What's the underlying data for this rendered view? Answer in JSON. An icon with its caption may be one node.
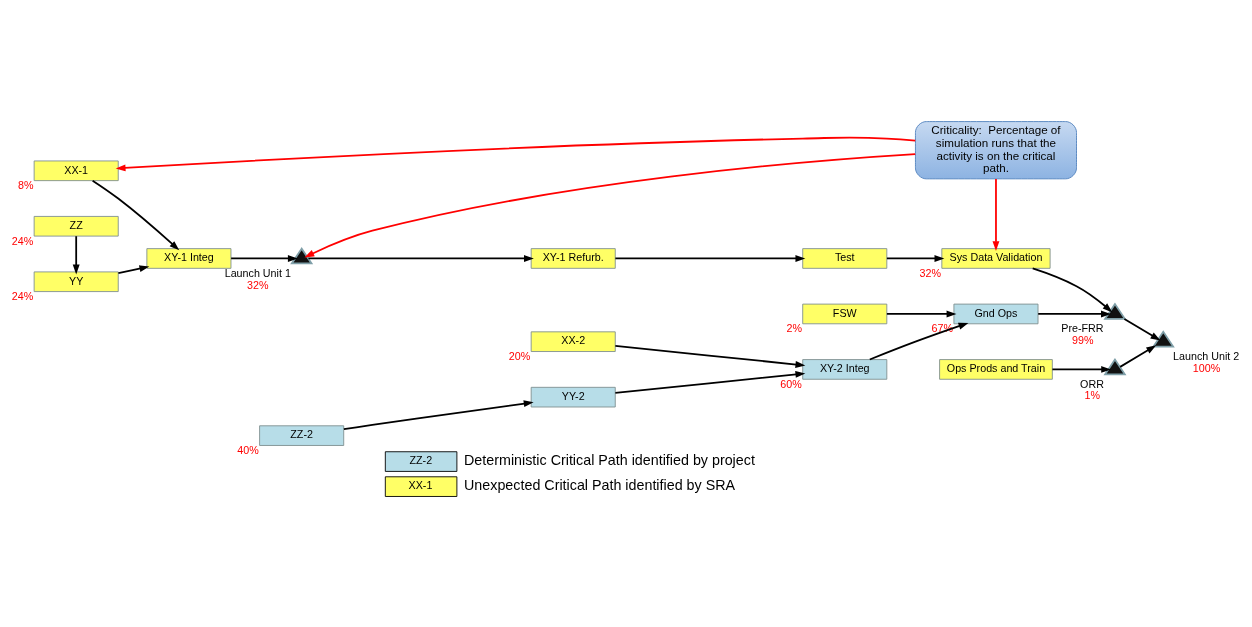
{
  "diagram": {
    "nodes": [
      {
        "text": [
          "Criticality:  Percentage of simulation runs that the activity is on the critical path."
        ]
      },
      {
        "text": [
          "XX-1"
        ],
        "beside": [
          "8%"
        ]
      },
      {
        "text": [
          "YY"
        ],
        "beside": [
          "24%"
        ]
      },
      {
        "text": [
          "ZZ"
        ],
        "beside": [
          "24%"
        ]
      },
      {
        "text": [
          "XY-1 Integ"
        ]
      },
      {
        "text": [
          "Launch Unit 1"
        ],
        "beside": [
          "32%"
        ]
      },
      {
        "text": [
          "XY-1 Refurb."
        ]
      },
      {
        "text": [
          "Test"
        ]
      },
      {
        "text": [
          "Sys Data Validation"
        ],
        "beside": [
          "32%"
        ]
      },
      {
        "text": [
          "Ops Prods and Train"
        ]
      },
      {
        "text": [
          "ORR"
        ],
        "beside": [
          "1%"
        ]
      },
      {
        "text": [
          "XX-2"
        ],
        "beside": [
          "20%"
        ]
      },
      {
        "text": [
          "FSW"
        ],
        "beside": [
          "2%"
        ]
      },
      {
        "text": [
          "ZZ-2"
        ],
        "beside": [
          "40%"
        ]
      },
      {
        "text": [
          "YY-2"
        ]
      },
      {
        "text": [
          "XY-2 Integ"
        ],
        "beside": [
          "60%"
        ]
      },
      {
        "text": [
          "Gnd Ops"
        ],
        "beside": [
          "67%"
        ]
      },
      {
        "text": [
          "Pre-FRR"
        ],
        "beside": [
          "99%"
        ]
      },
      {
        "text": [
          "Launch Unit 2"
        ],
        "beside": [
          "100%"
        ]
      }
    ],
    "edges": [
      {
        "from": 0,
        "to": 1,
        "arrow": "to",
        "color": "#ff0000"
      },
      {
        "from": 0,
        "to": 5,
        "arrow": "to",
        "color": "#ff0000"
      },
      {
        "from": 0,
        "to": 8,
        "arrow": "to",
        "color": "#ff0000"
      },
      {
        "from": 1,
        "to": 4,
        "arrow": "to"
      },
      {
        "from": 3,
        "to": 2,
        "arrow": "to"
      },
      {
        "from": 2,
        "to": 4,
        "arrow": "to"
      },
      {
        "from": 4,
        "to": 5,
        "arrow": "to"
      },
      {
        "from": 5,
        "to": 6,
        "arrow": "to"
      },
      {
        "from": 6,
        "to": 7,
        "arrow": "to"
      },
      {
        "from": 7,
        "to": 8,
        "arrow": "to"
      },
      {
        "from": 8,
        "to": 17,
        "arrow": "to"
      },
      {
        "from": 9,
        "to": 10,
        "arrow": "to"
      },
      {
        "from": 13,
        "to": 14,
        "arrow": "to"
      },
      {
        "from": 11,
        "to": 15,
        "arrow": "to"
      },
      {
        "from": 14,
        "to": 15,
        "arrow": "to"
      },
      {
        "from": 12,
        "to": 16,
        "arrow": "to"
      },
      {
        "from": 15,
        "to": 16,
        "arrow": "to"
      },
      {
        "from": 16,
        "to": 17,
        "arrow": "to"
      },
      {
        "from": 10,
        "to": 18,
        "arrow": "to"
      },
      {
        "from": 17,
        "to": 18,
        "arrow": "to"
      }
    ],
    "labels": [
      "ZZ-2",
      "XX-1"
    ],
    "legend": [
      {
        "text": "Deterministic Critical Path identified by project",
        "color": "#b7dde8"
      },
      {
        "text": "Unexpected Critical Path identified by SRA",
        "color": "#ffff66"
      }
    ]
  }
}
